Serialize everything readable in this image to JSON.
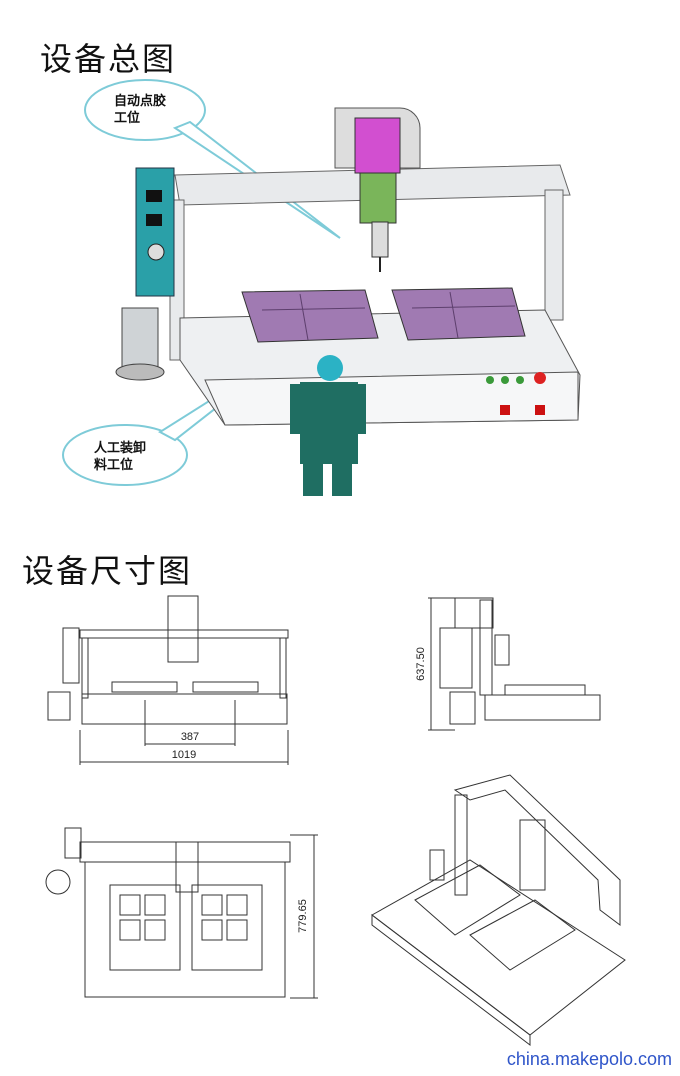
{
  "titles": {
    "overview": "设备总图",
    "dimensions": "设备尺寸图"
  },
  "callouts": {
    "dispensing_station": "自动点胶\n工位",
    "manual_loading_station": "人工装卸\n料工位"
  },
  "dimensions": {
    "inner_width": "387",
    "total_width": "1019",
    "height": "637.50",
    "depth": "779.65"
  },
  "watermark": "china.makepolo.com",
  "colors": {
    "frame": "#e8eaec",
    "fixture": "#a07ab2",
    "dispense_head": "#d24fd0",
    "control_box": "#2aa0a8",
    "operator": "#1f6e62",
    "callout_border": "#7ecbd8",
    "watermark": "#2f55c9"
  }
}
